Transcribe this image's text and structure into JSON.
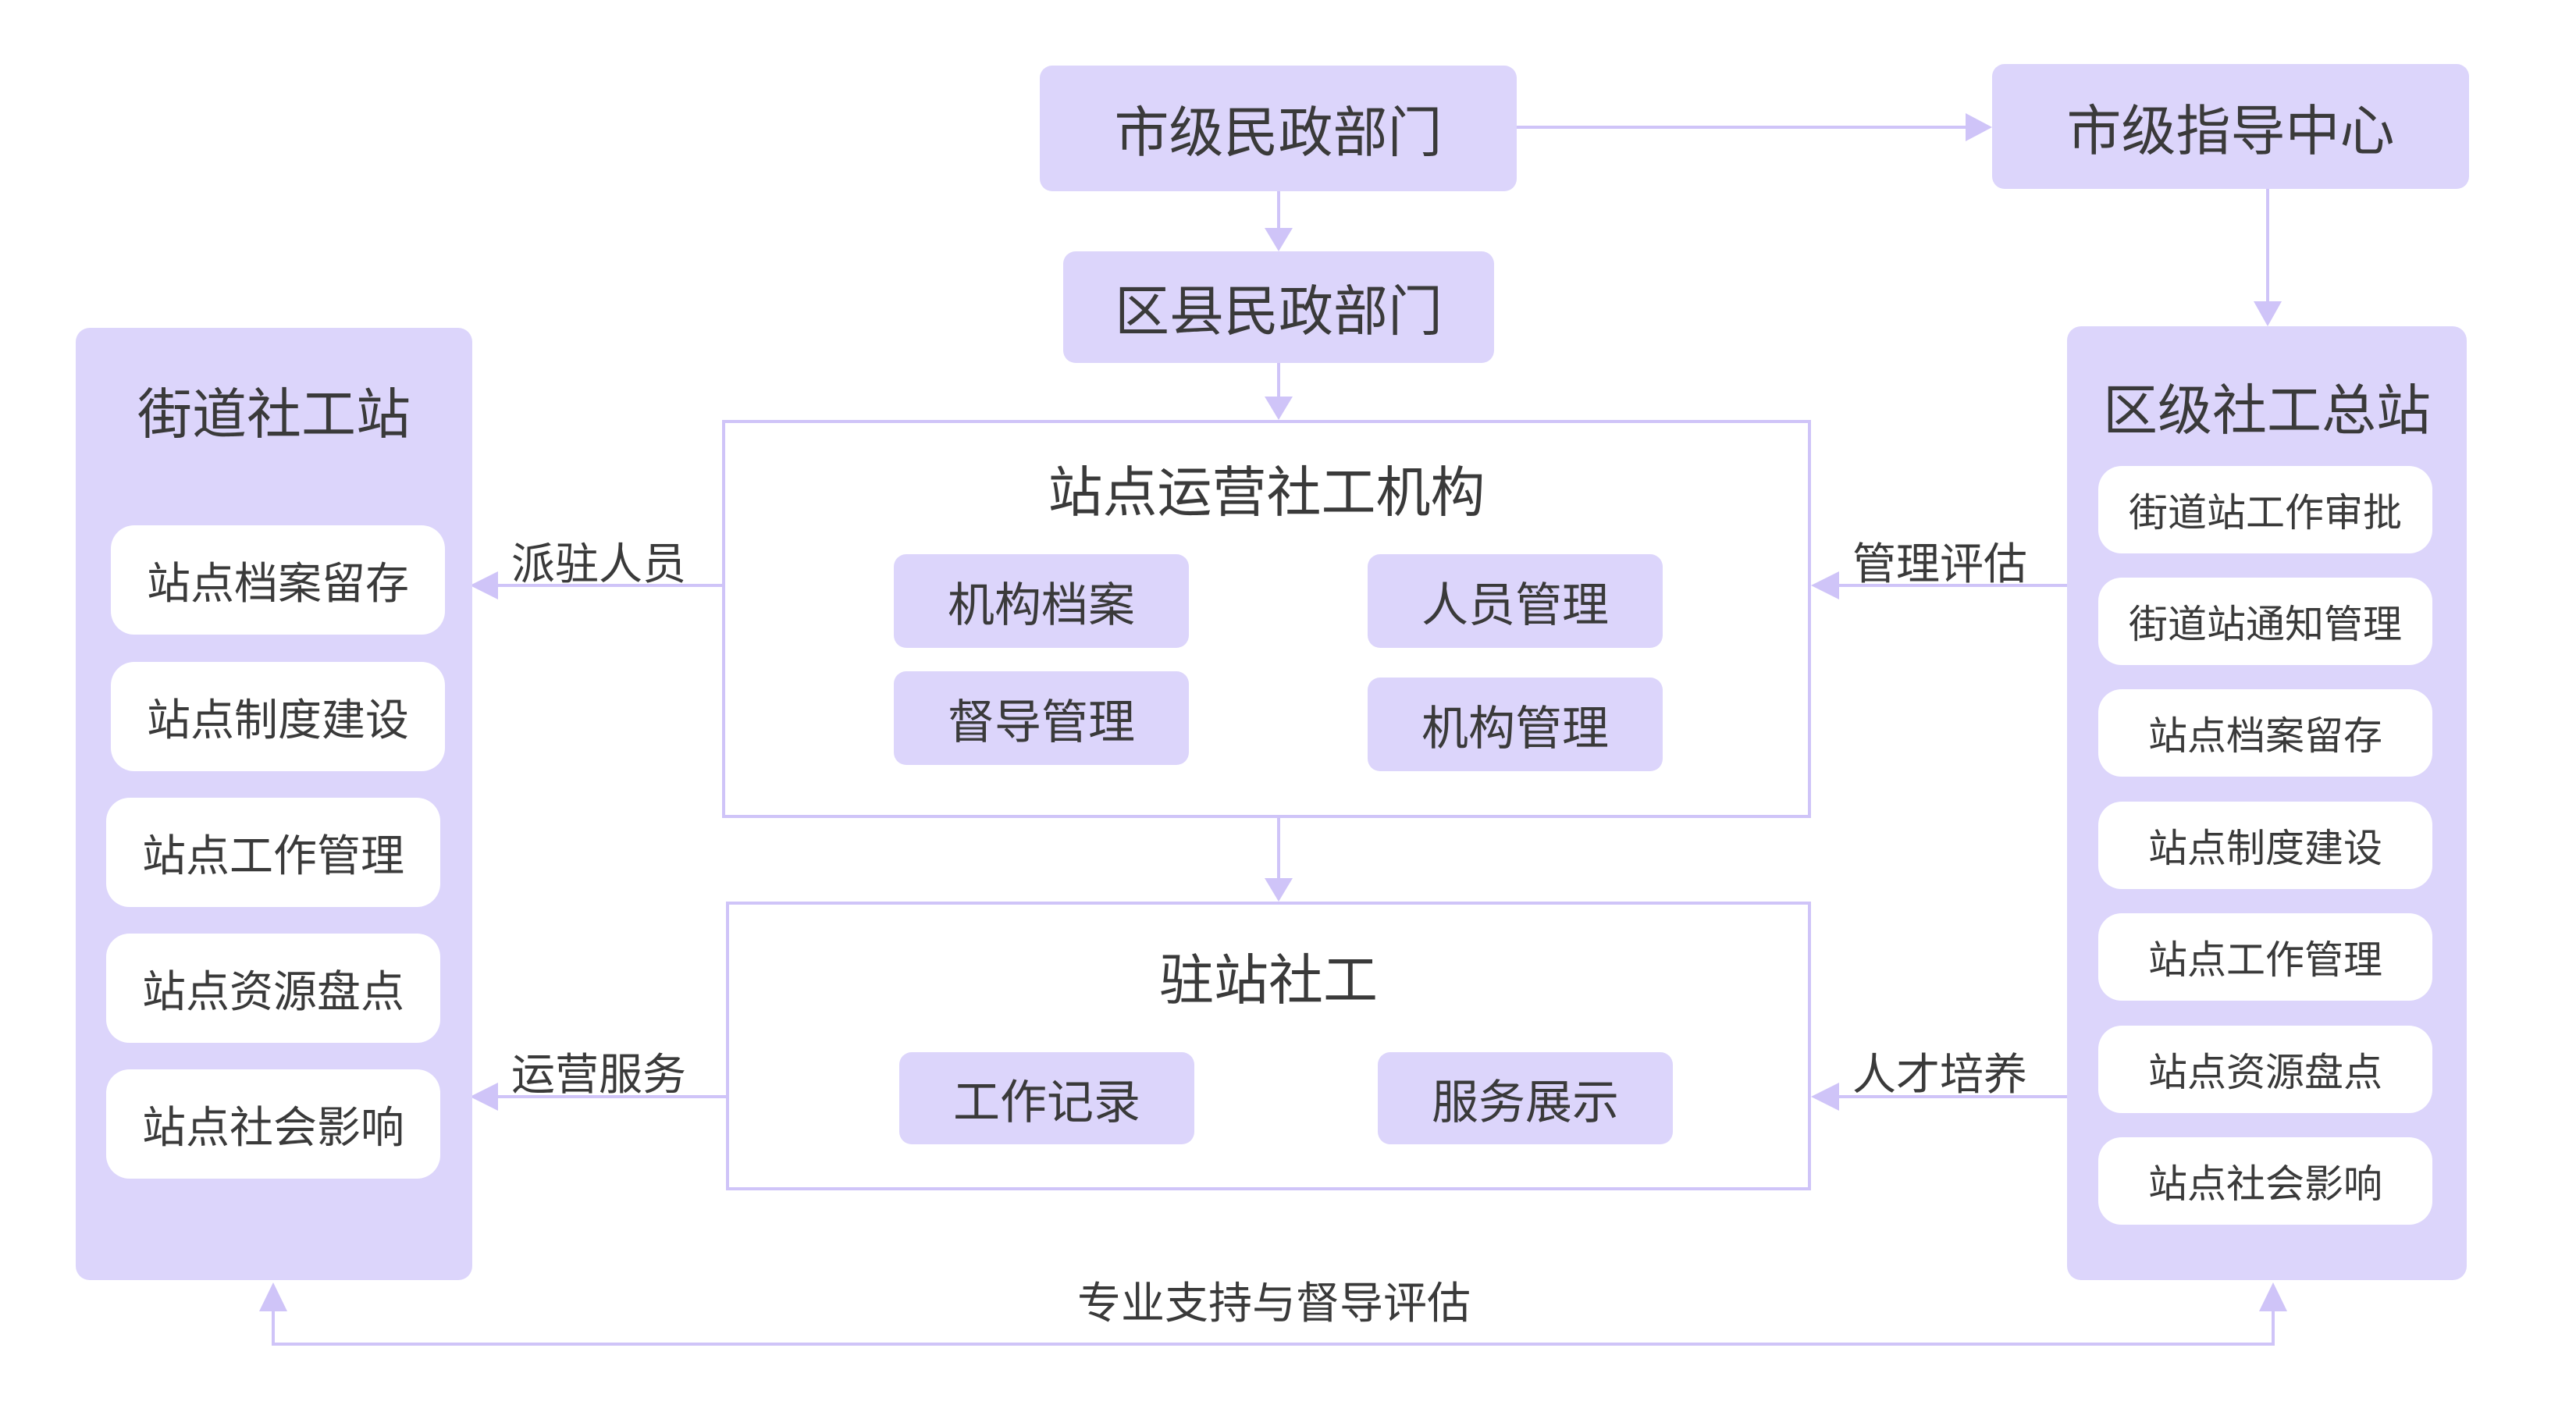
{
  "colors": {
    "box_fill": "#dcd5fb",
    "line": "#cfc4f8",
    "text": "#3a3a3a",
    "background": "#ffffff"
  },
  "top": {
    "city_civil": "市级民政部门",
    "city_guidance": "市级指导中心",
    "district_civil": "区县民政部门"
  },
  "operator": {
    "title": "站点运营社工机构",
    "items": [
      "机构档案",
      "人员管理",
      "督导管理",
      "机构管理"
    ]
  },
  "stationed": {
    "title": "驻站社工",
    "items": [
      "工作记录",
      "服务展示"
    ]
  },
  "left_panel": {
    "title": "街道社工站",
    "items": [
      "站点档案留存",
      "站点制度建设",
      "站点工作管理",
      "站点资源盘点",
      "站点社会影响"
    ]
  },
  "right_panel": {
    "title": "区级社工总站",
    "items": [
      "街道站工作审批",
      "街道站通知管理",
      "站点档案留存",
      "站点制度建设",
      "站点工作管理",
      "站点资源盘点",
      "站点社会影响"
    ]
  },
  "edge_labels": {
    "dispatch": "派驻人员",
    "operation": "运营服务",
    "management": "管理评估",
    "talent": "人才培养",
    "support": "专业支持与督导评估"
  }
}
